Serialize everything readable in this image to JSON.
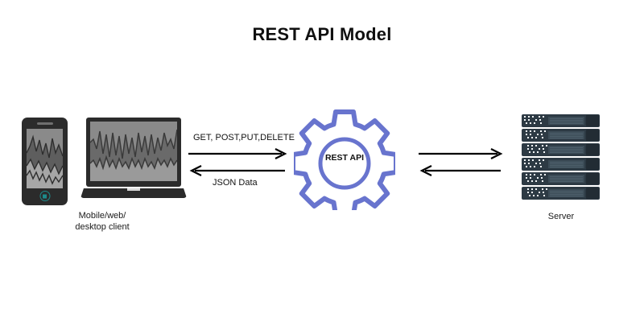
{
  "page": {
    "title": "REST API Model",
    "background": "#ffffff"
  },
  "colors": {
    "gear_stroke": "#6874ce",
    "server_body": "#2d3a44",
    "server_panel": "#3c4c57",
    "device_body": "#2b2b2b",
    "device_screen": "#8a8a8a",
    "home_button": "#1c8b8b",
    "arrow": "#000000",
    "text": "#111111"
  },
  "client": {
    "caption": "Mobile/web/\ndesktop client",
    "phone": {
      "icon": "smartphone-icon"
    },
    "laptop": {
      "icon": "laptop-icon"
    }
  },
  "api": {
    "icon": "gear-icon",
    "label": "REST API"
  },
  "server": {
    "caption": "Server",
    "icon": "server-rack-icon",
    "unit_count": 6
  },
  "flows": {
    "client_to_api": {
      "label": "GET, POST,PUT,DELETE",
      "direction": "right"
    },
    "api_to_client": {
      "label": "JSON Data",
      "direction": "left"
    },
    "api_to_server": {
      "label": "",
      "direction": "right"
    },
    "server_to_api": {
      "label": "",
      "direction": "left"
    }
  }
}
